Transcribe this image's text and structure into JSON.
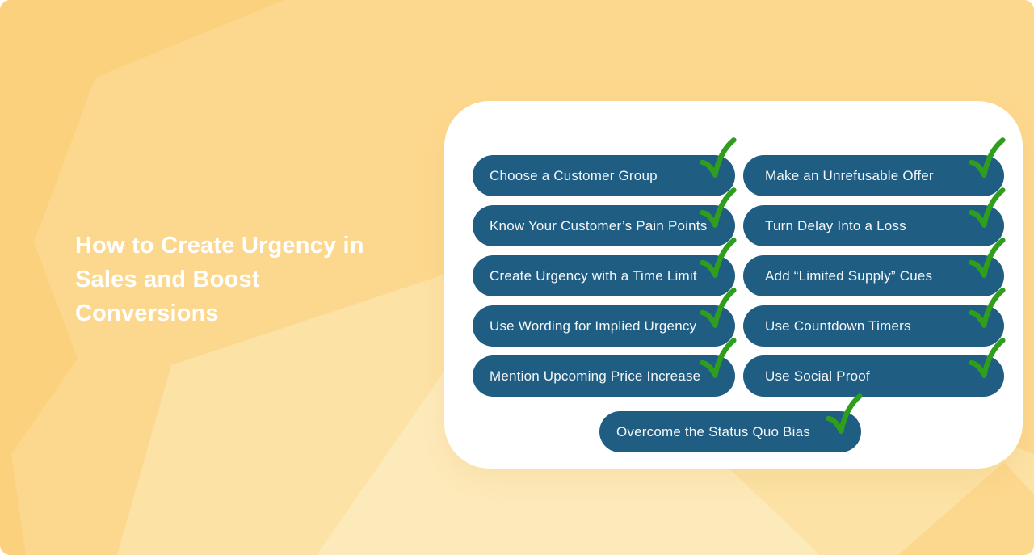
{
  "infographic": {
    "title_lines": [
      "How to Create Urgency in",
      "Sales and Boost",
      "Conversions"
    ]
  },
  "checklist": {
    "left_column": [
      "Choose a Customer Group",
      "Know Your Customer’s Pain Points",
      "Create Urgency with a Time Limit",
      "Use Wording for Implied Urgency",
      "Mention Upcoming Price Increase"
    ],
    "right_column": [
      "Make an Unrefusable Offer",
      "Turn Delay Into a Loss",
      "Add “Limited Supply” Cues",
      "Use Countdown Timers",
      "Use Social Proof"
    ],
    "bottom_item": "Overcome the Status Quo Bias"
  },
  "colors": {
    "background_base": "#fcd17d",
    "background_facet_mid": "#fcd88e",
    "background_facet_light": "#fce2a5",
    "background_facet_lightest": "#fdeaba",
    "card": "#ffffff",
    "pill": "#205d83",
    "pill_text": "#f3f6f8",
    "check": "#2f9e1d",
    "title_text": "#ffffff"
  }
}
